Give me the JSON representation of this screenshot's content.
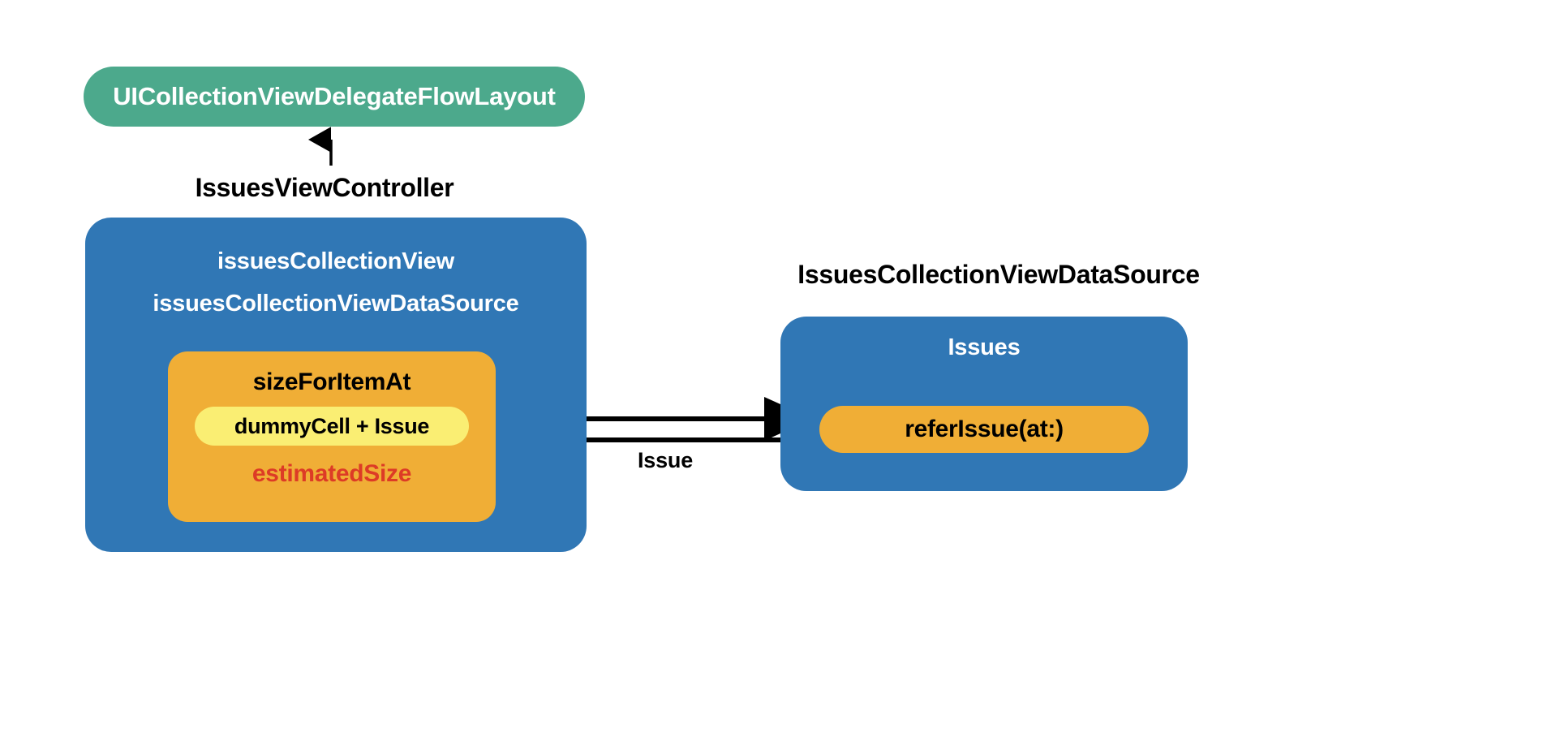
{
  "diagram": {
    "title": "UICollectionView self-sizing cell flow",
    "background": "#ffffff",
    "colors": {
      "protocol_green": "#4CA98C",
      "container_blue": "#3077B5",
      "method_orange": "#F0AE36",
      "inner_yellow": "#FAEE73",
      "highlight_red": "#DD3B26",
      "text_black": "#000000",
      "text_white": "#FFFFFF",
      "arrow_black": "#000000"
    }
  },
  "protocol": {
    "label": "UICollectionViewDelegateFlowLayout"
  },
  "controller": {
    "caption": "IssuesViewController",
    "title_line_1": "issuesCollectionView",
    "title_line_2": "issuesCollectionViewDataSource",
    "method": {
      "title": "sizeForItemAt",
      "inner_pill": "dummyCell + Issue",
      "highlight": "estimatedSize"
    }
  },
  "datasource": {
    "caption": "IssuesCollectionViewDataSource",
    "title": "Issues",
    "method": "referIssue(at:)"
  },
  "connections": {
    "conformance_arrow": "IssuesViewController conforms to UICollectionViewDelegateFlowLayout",
    "request_arrow": "sizeForItemAt requests referIssue(at:)",
    "response_arrow": "referIssue(at:) returns Issue",
    "response_label": "Issue"
  }
}
